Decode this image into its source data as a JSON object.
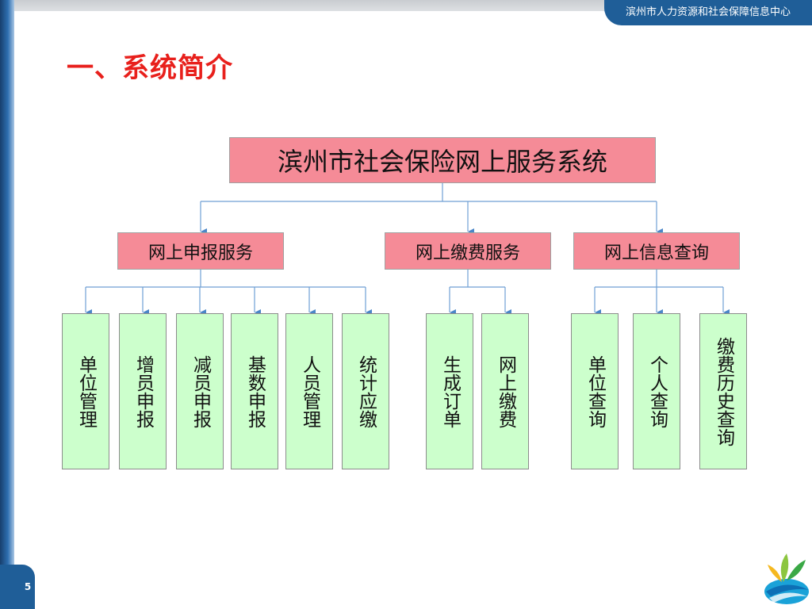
{
  "header": {
    "org_name": "滨州市人力资源和社会保障信息中心",
    "page_number": "5"
  },
  "slide": {
    "title": "一、系统简介"
  },
  "diagram": {
    "root": "滨州市社会保险网上服务系统",
    "groups": [
      {
        "label": "网上申报服务",
        "children": [
          "单位管理",
          "增员申报",
          "减员申报",
          "基数申报",
          "人员管理",
          "统计应缴"
        ]
      },
      {
        "label": "网上缴费服务",
        "children": [
          "生成订单",
          "网上缴费"
        ]
      },
      {
        "label": "网上信息查询",
        "children": [
          "单位查询",
          "个人查询",
          "缴费历史查询"
        ]
      }
    ]
  },
  "colors": {
    "title": "#e8201c",
    "box_pink": "#f58b97",
    "box_green": "#ccffcc",
    "connector": "#4a86c8",
    "brand_blue": "#1f5e98"
  },
  "icons": [
    "logo-icon"
  ]
}
